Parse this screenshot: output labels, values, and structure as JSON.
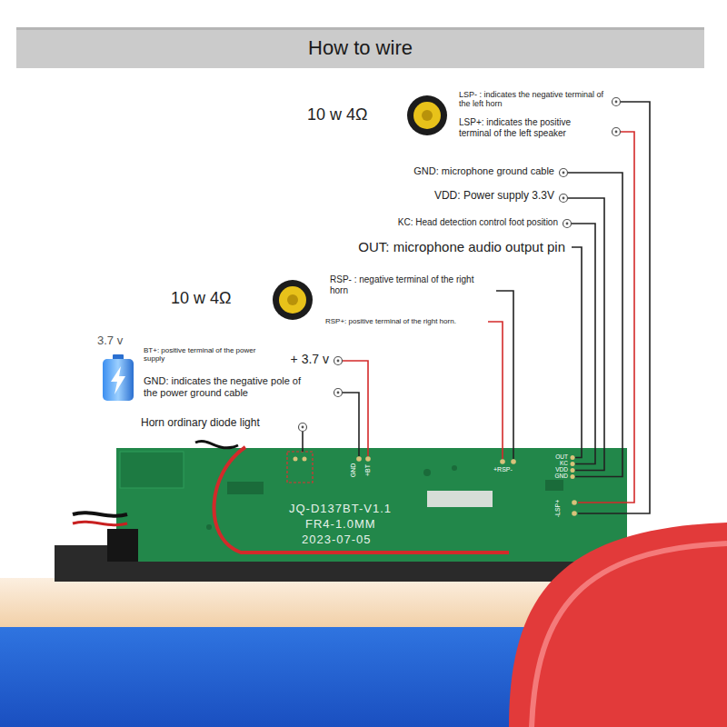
{
  "diagram": {
    "title": "How to wire",
    "labels": [
      "LSP- : indicates the negative terminal of the left horn",
      "LSP+: indicates the positive terminal of the left speaker",
      "10 w 4Ω",
      "GND: microphone ground cable",
      "VDD: Power supply 3.3V",
      "KC: Head detection control foot position",
      "OUT: microphone audio output pin",
      "RSP- : negative terminal of the right horn",
      "10 w 4Ω",
      "RSP+: positive terminal of the right horn.",
      "3.7 v",
      "BT+: positive terminal of the power supply",
      "+ 3.7 v",
      "GND: indicates the negative pole of the power ground cable",
      "Horn ordinary diode light",
      "JQ-D137BT-V1.1",
      "FR4-1.0MM",
      "2023-07-05",
      "+RSP-",
      "-LSP+",
      "OUT",
      "KC",
      "VDD",
      "GND",
      "GND",
      "+BT"
    ]
  }
}
